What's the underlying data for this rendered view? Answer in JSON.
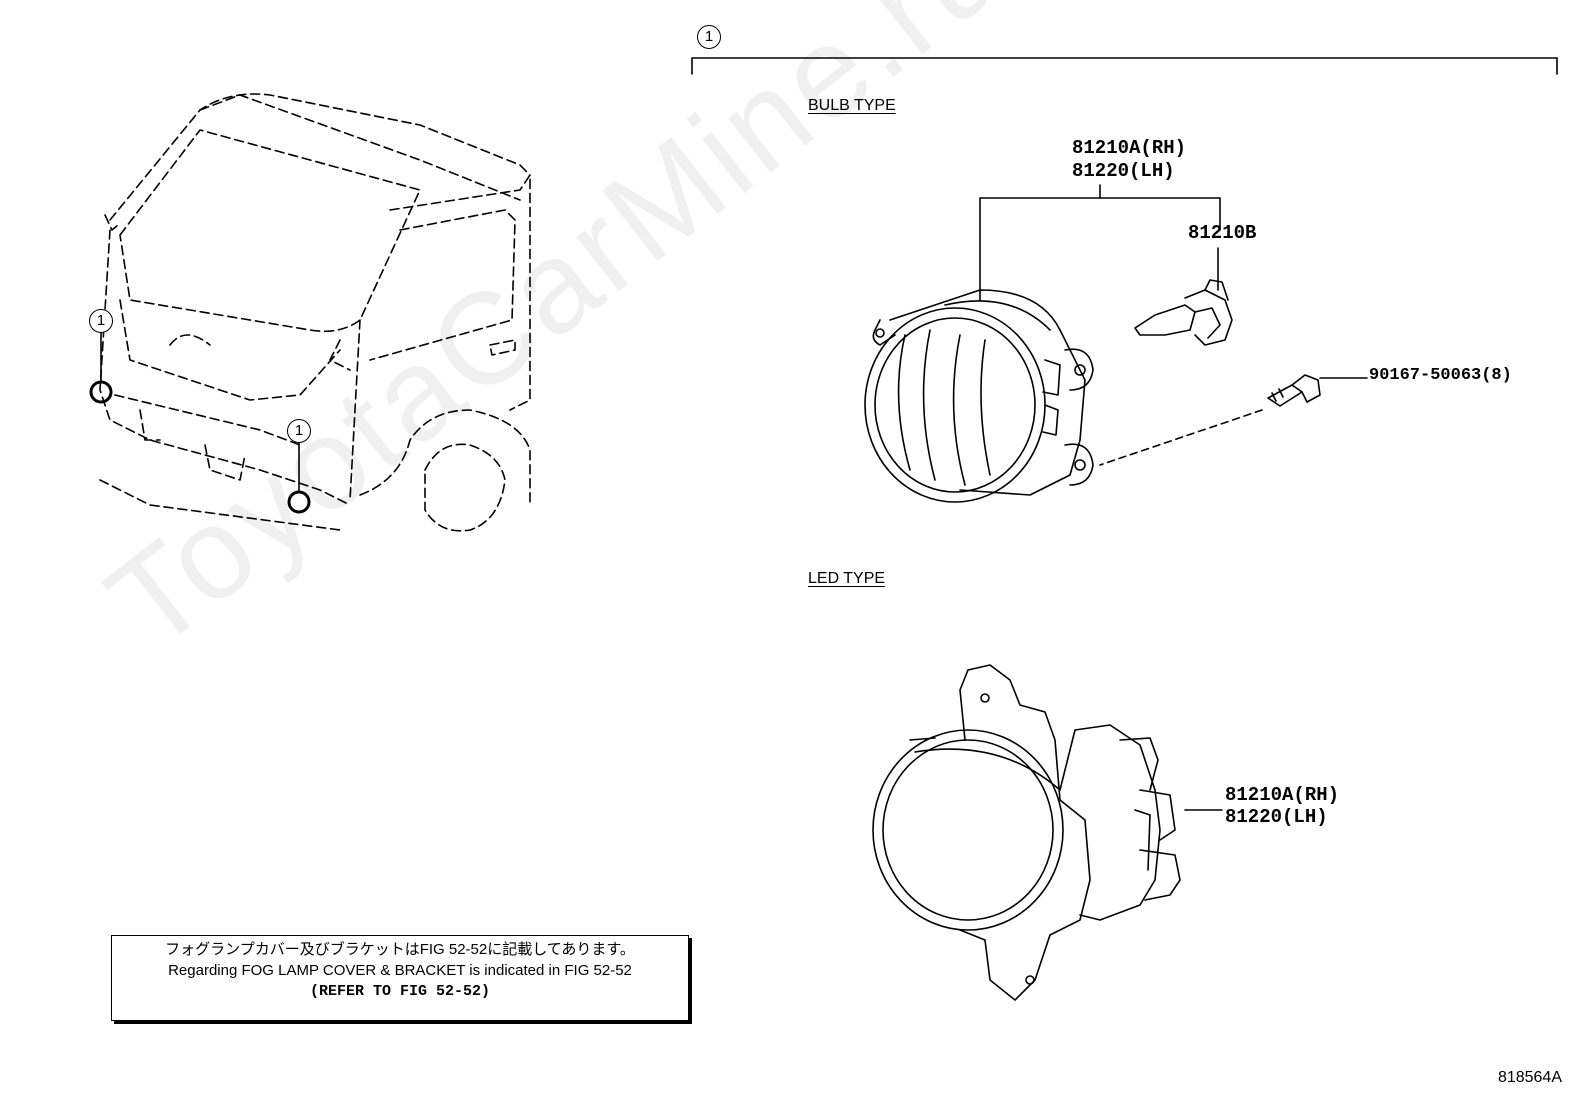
{
  "callout": "1",
  "sections": {
    "bulb": "BULB TYPE",
    "led": "LED TYPE"
  },
  "parts": {
    "bulb_lamp_rh": "81210A(RH)",
    "bulb_lamp_lh": "81220(LH)",
    "bulb": "81210B",
    "screw": "90167-50063(8)",
    "led_lamp_rh": "81210A(RH)",
    "led_lamp_lh": "81220(LH)"
  },
  "note": {
    "jp": "フォグランプカバー及びブラケットはFIG 52-52に記載してあります。",
    "en": "Regarding FOG LAMP COVER & BRACKET is indicated in FIG 52-52",
    "refer": "(REFER TO FIG 52-52)"
  },
  "watermark": "ToyotaCarMine.ru",
  "figure_id": "818564A"
}
